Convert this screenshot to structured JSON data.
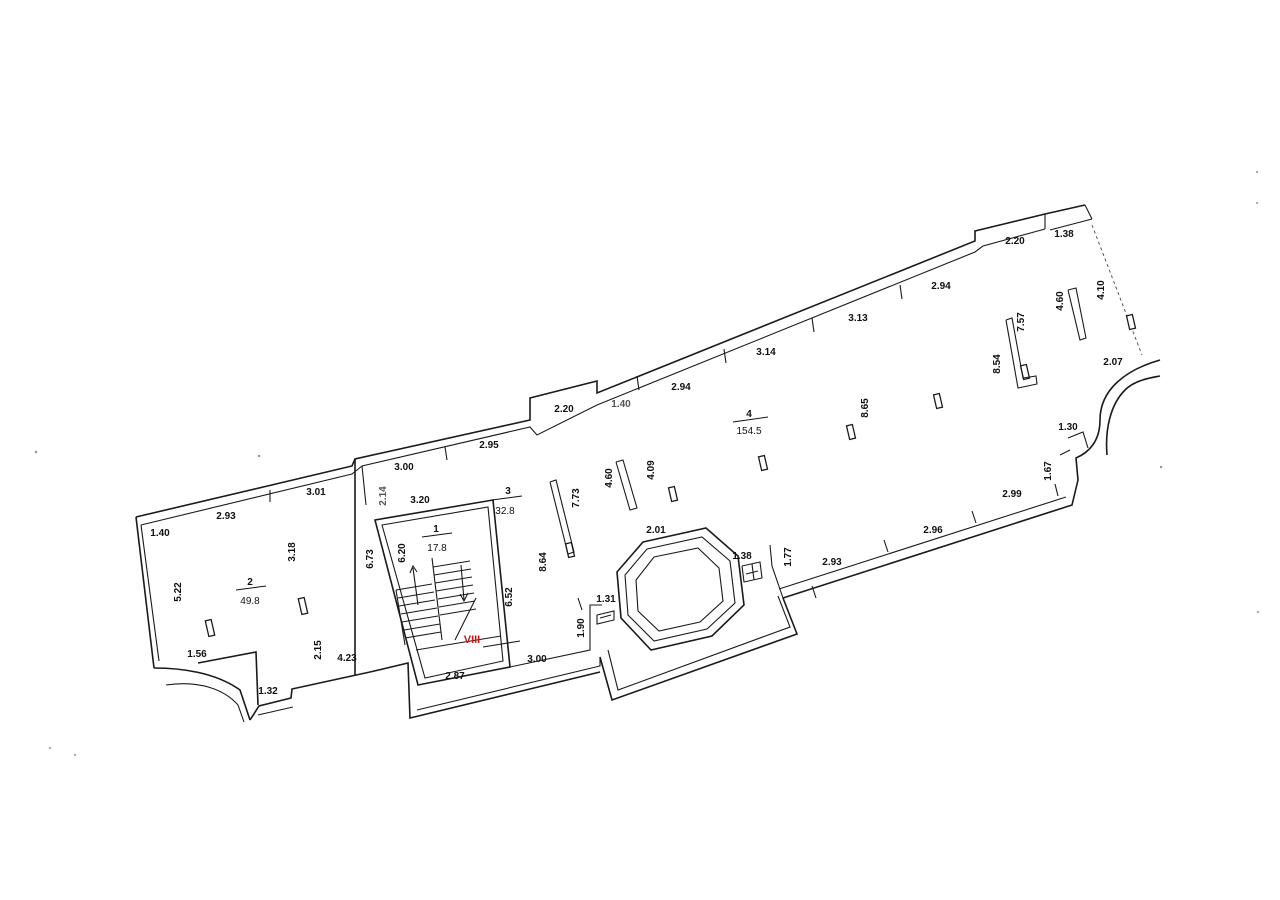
{
  "rooms": [
    {
      "number": "1",
      "area": "17.8"
    },
    {
      "number": "2",
      "area": "49.8"
    },
    {
      "number": "3",
      "area": "32.8"
    },
    {
      "number": "4",
      "area": "154.5"
    }
  ],
  "stair_label": "VIII",
  "dimensions": {
    "room2": [
      "1.40",
      "2.93",
      "3.01",
      "5.22",
      "3.18",
      "1.56",
      "2.15",
      "4.23",
      "1.32",
      "6.73"
    ],
    "room1": [
      "3.20",
      "6.20",
      "2.87"
    ],
    "room3": [
      "3.00",
      "2.14",
      "2.95",
      "6.52",
      "8.64",
      "7.73",
      "3.00",
      "1.90",
      "1.31"
    ],
    "room4_top": [
      "2.20",
      "1.40",
      "2.94",
      "3.14",
      "3.13",
      "2.94",
      "2.20",
      "1.38"
    ],
    "room4_inner": [
      "4.60",
      "4.09",
      "8.65",
      "8.54",
      "7.57",
      "4.60",
      "4.10"
    ],
    "room4_bottom": [
      "2.01",
      "1.38",
      "1.77",
      "2.93",
      "2.96",
      "2.99",
      "1.67",
      "1.30",
      "2.07"
    ]
  }
}
